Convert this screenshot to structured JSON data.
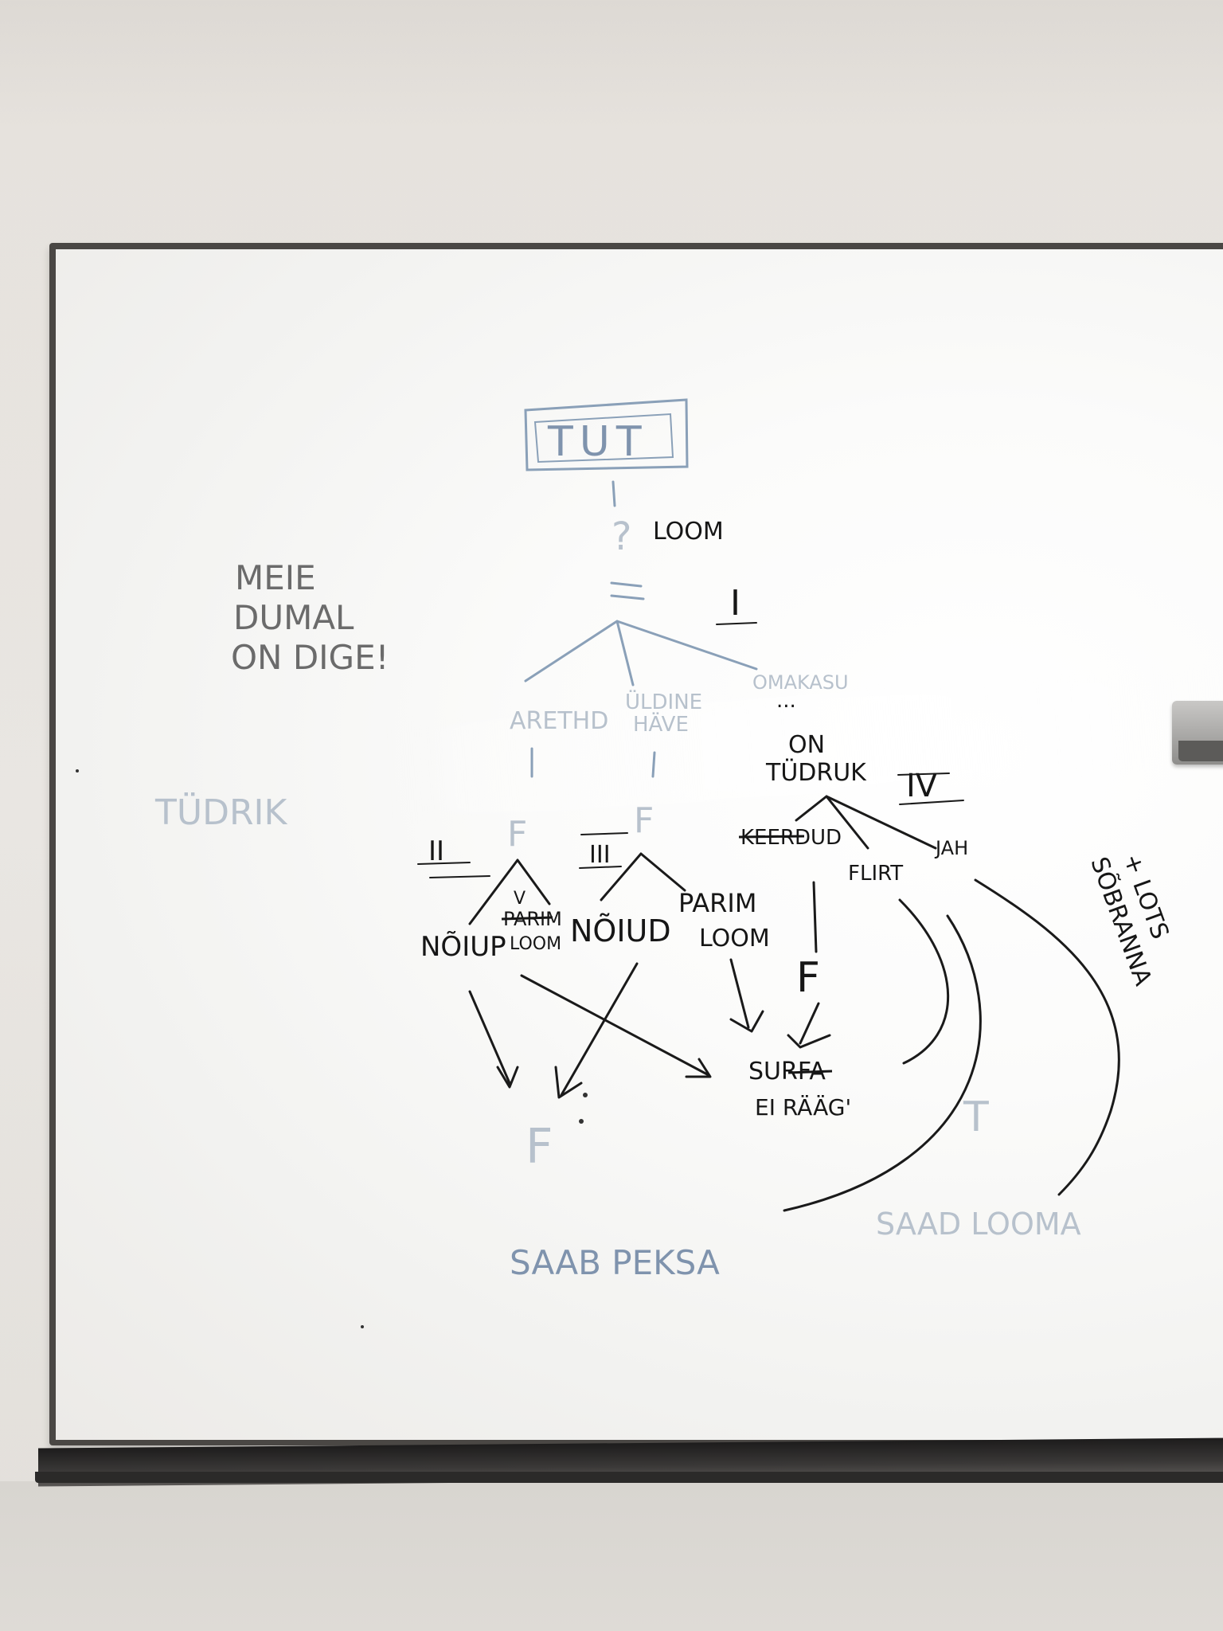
{
  "board": {
    "title": "TUT",
    "top_label": "LOOM",
    "question": "?",
    "level_1": "I",
    "level_2": "II",
    "level_3": "III",
    "level_4": "IV",
    "side_note": [
      "MEIE",
      "DUMAL",
      "ON DIGE!"
    ],
    "faded_left": "TÜDRIK",
    "branches": {
      "left": "ARETHD",
      "middle": [
        "ÜLDINE",
        "HÄVE"
      ],
      "right": "OMAKASU",
      "right_dots": "..."
    },
    "girl_node": [
      "ON",
      "TÜDRUK"
    ],
    "girl_children": {
      "left": "KEERDUD",
      "middle": "FLIRT",
      "right": "JAH"
    },
    "f_label": "F",
    "sub_nodes": {
      "noiup": "NÕIUP",
      "parim_small_v": "V",
      "parim_small": [
        "PARIM",
        "LOOM"
      ],
      "noiud": "NÕIUD",
      "parim": [
        "PARIM",
        "LOOM"
      ]
    },
    "result_mid": [
      "SURFA",
      "EI RÄÄG'"
    ],
    "outcome_left": "SAAB PEKSA",
    "outcome_right": "SAAD LOOMA",
    "side_right": [
      "+ LOTS",
      "SÕBRANNA"
    ],
    "faded_t": "T"
  }
}
